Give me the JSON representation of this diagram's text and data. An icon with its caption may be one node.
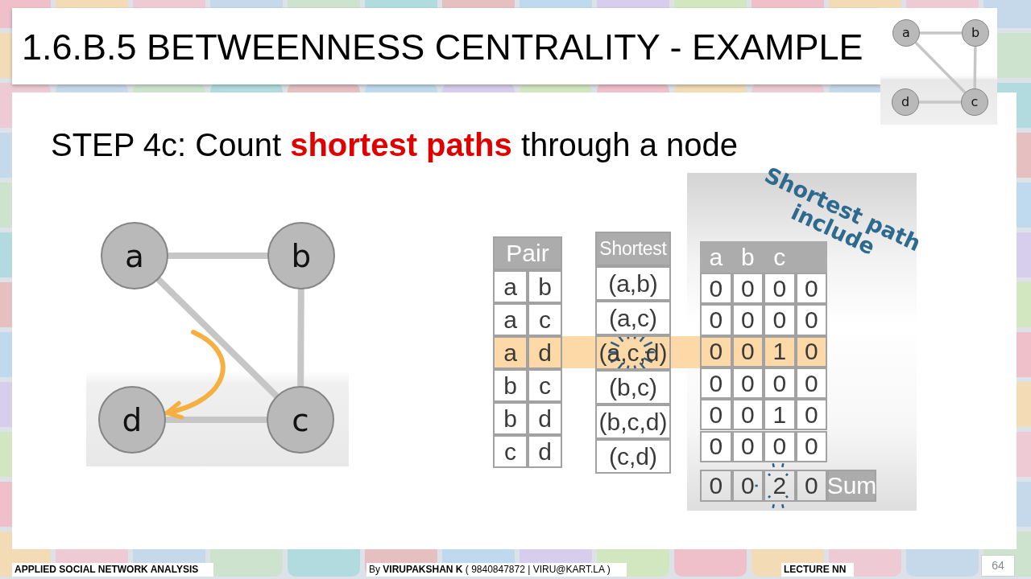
{
  "diagram": {
    "title": "1.6.B.5 BETWEENNESS CENTRALITY - EXAMPLE",
    "nodes": [
      {
        "text": [
          "a"
        ]
      },
      {
        "text": [
          "b"
        ]
      },
      {
        "text": [
          "d"
        ]
      },
      {
        "text": [
          "c"
        ]
      },
      {
        "text": [
          "a"
        ]
      },
      {
        "text": [
          "b"
        ]
      },
      {
        "text": [
          "d"
        ]
      },
      {
        "text": [
          "c"
        ]
      }
    ],
    "edges": [
      {
        "from": 0,
        "to": 1,
        "arrow": "none"
      },
      {
        "from": 0,
        "to": 3,
        "arrow": "none"
      },
      {
        "from": 1,
        "to": 3,
        "arrow": "none"
      },
      {
        "from": 2,
        "to": 3,
        "arrow": "none"
      },
      {
        "from": 4,
        "to": 5,
        "arrow": "none"
      },
      {
        "from": 4,
        "to": 7,
        "arrow": "none"
      },
      {
        "from": 5,
        "to": 7,
        "arrow": "none"
      },
      {
        "from": 6,
        "to": 7,
        "arrow": "none"
      },
      {
        "from": null,
        "to": 6,
        "arrow": "to",
        "color": "#f5b041"
      }
    ],
    "labels": [
      "STEP 4c: Count **shortest paths** through a node",
      "Shortest path include",
      "Pair",
      "a",
      "b",
      "a",
      "c",
      "a",
      "d",
      "b",
      "c",
      "b",
      "d",
      "c",
      "d",
      "Shortest",
      "(a,b)",
      "(a,c)",
      "(a,c,d)",
      "(b,c)",
      "(b,c,d)",
      "(c,d)",
      "a",
      "b",
      "c",
      "0",
      "0",
      "0",
      "0",
      "0",
      "0",
      "0",
      "0",
      "0",
      "0",
      "1",
      "0",
      "0",
      "0",
      "0",
      "0",
      "0",
      "0",
      "1",
      "0",
      "0",
      "0",
      "0",
      "0",
      "0",
      "0",
      "2",
      "0",
      "Sum",
      "APPLIED SOCIAL NETWORK ANALYSIS",
      "By **VIRUPAKSHAN K** ( 9840847872 | VIRU@KART.LA )",
      "LECTURE NN",
      "64"
    ]
  }
}
